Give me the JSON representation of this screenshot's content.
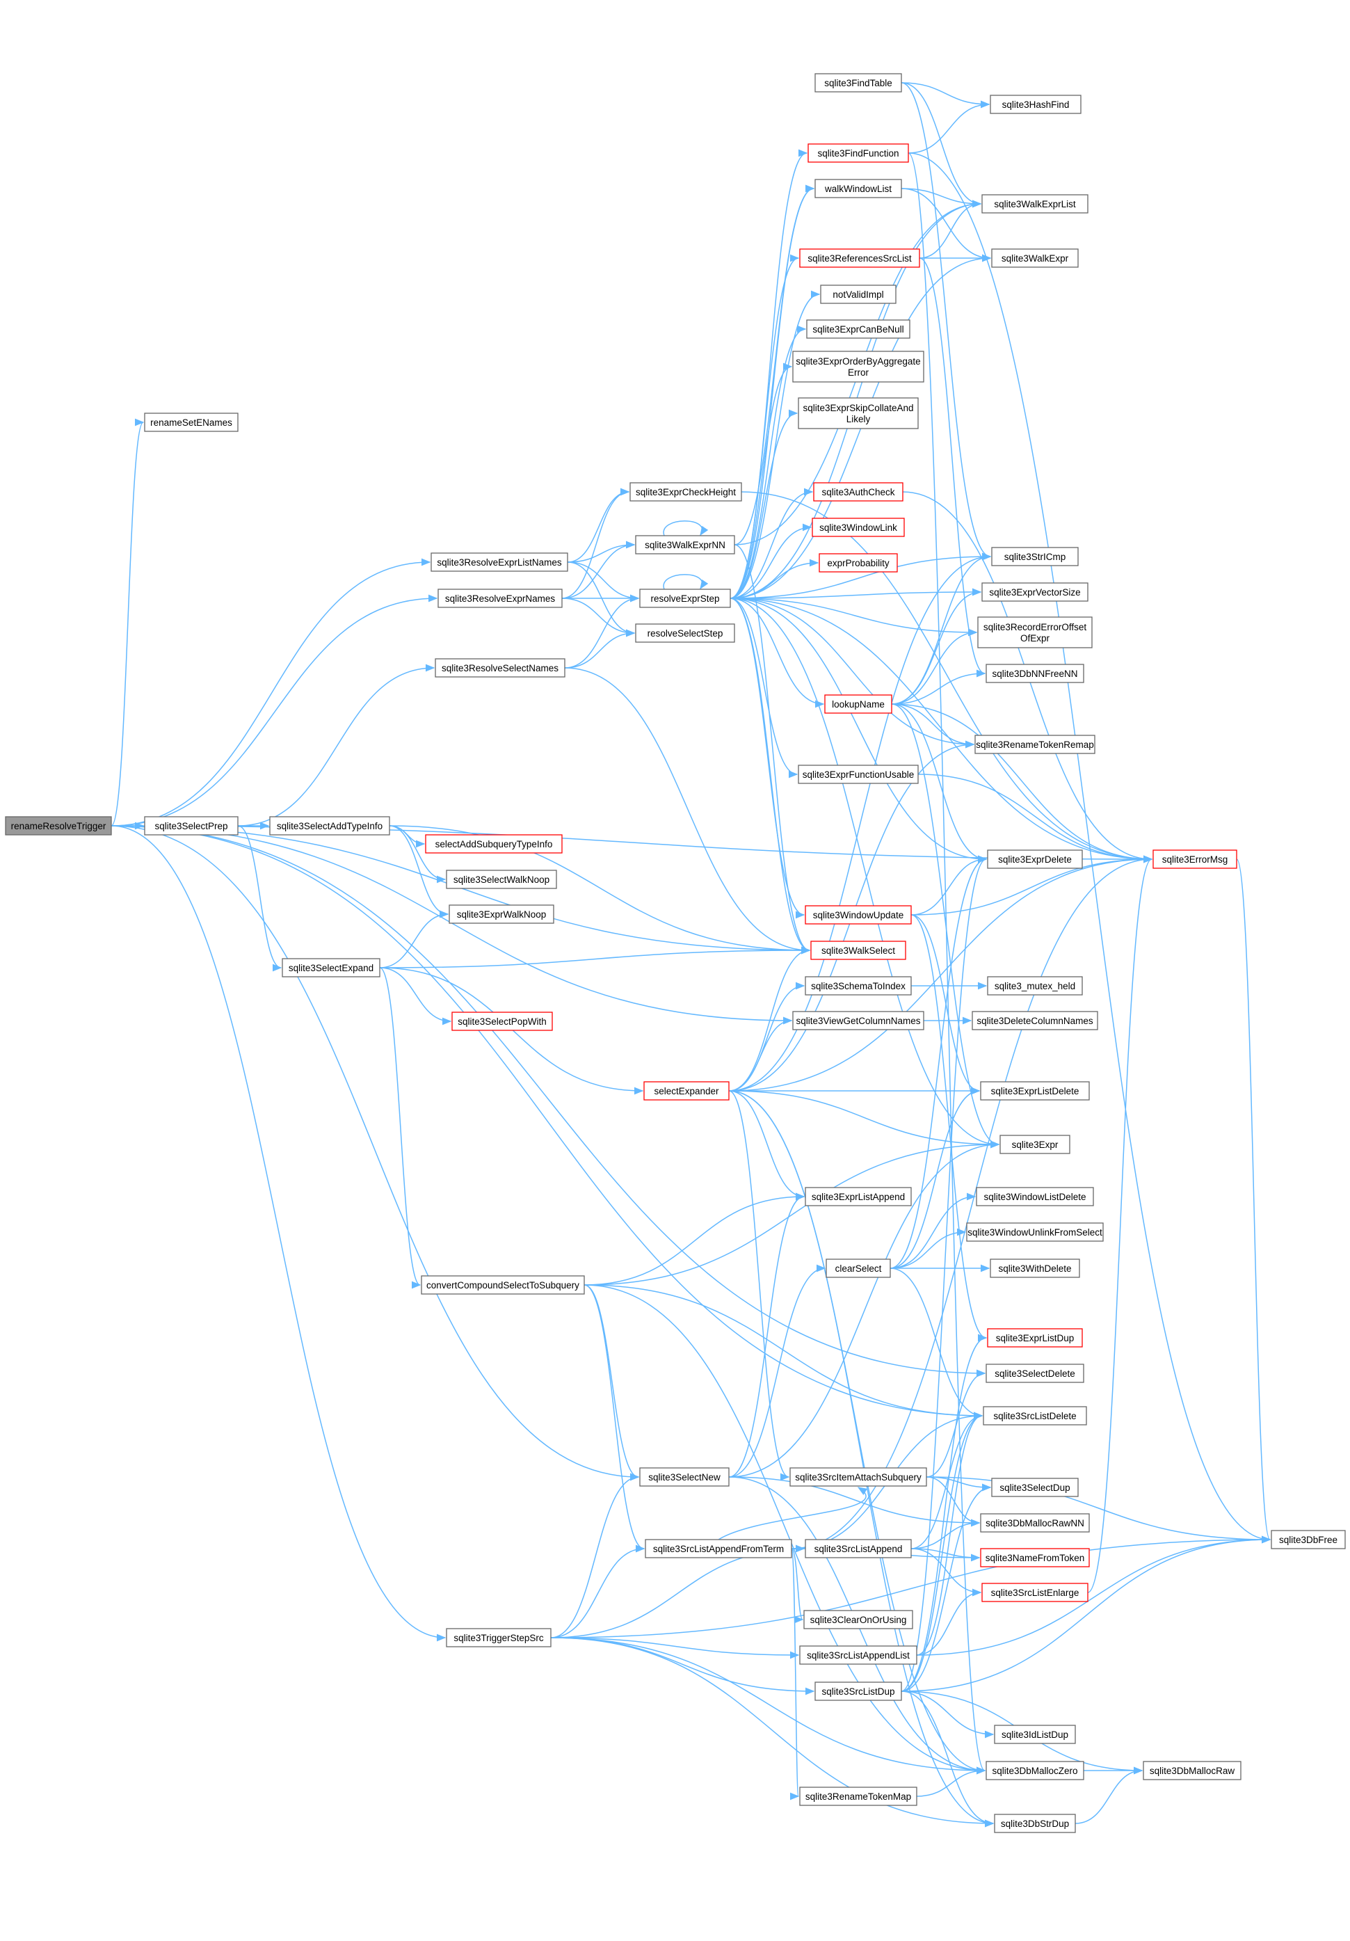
{
  "nodes": [
    {
      "id": "renameResolveTrigger",
      "lines": [
        "renameResolveTrigger"
      ],
      "root": true
    },
    {
      "id": "renameSetENames",
      "lines": [
        "renameSetENames"
      ]
    },
    {
      "id": "sqlite3SelectPrep",
      "lines": [
        "sqlite3SelectPrep"
      ]
    },
    {
      "id": "sqlite3ResolveExprListNames",
      "lines": [
        "sqlite3ResolveExprListNames"
      ]
    },
    {
      "id": "sqlite3ResolveExprNames",
      "lines": [
        "sqlite3ResolveExprNames"
      ]
    },
    {
      "id": "sqlite3ResolveSelectNames",
      "lines": [
        "sqlite3ResolveSelectNames"
      ]
    },
    {
      "id": "sqlite3SelectAddTypeInfo",
      "lines": [
        "sqlite3SelectAddTypeInfo"
      ]
    },
    {
      "id": "sqlite3SelectExpand",
      "lines": [
        "sqlite3SelectExpand"
      ]
    },
    {
      "id": "convertCompoundSelectToSubquery",
      "lines": [
        "convertCompoundSelectToSubquery"
      ]
    },
    {
      "id": "sqlite3TriggerStepSrc",
      "lines": [
        "sqlite3TriggerStepSrc"
      ]
    },
    {
      "id": "sqlite3ExprCheckHeight",
      "lines": [
        "sqlite3ExprCheckHeight"
      ]
    },
    {
      "id": "sqlite3WalkExprNN",
      "lines": [
        "sqlite3WalkExprNN"
      ]
    },
    {
      "id": "resolveExprStep",
      "lines": [
        "resolveExprStep"
      ]
    },
    {
      "id": "resolveSelectStep",
      "lines": [
        "resolveSelectStep"
      ]
    },
    {
      "id": "selectAddSubqueryTypeInfo",
      "lines": [
        "selectAddSubqueryTypeInfo"
      ],
      "red": true
    },
    {
      "id": "sqlite3SelectWalkNoop",
      "lines": [
        "sqlite3SelectWalkNoop"
      ]
    },
    {
      "id": "sqlite3ExprWalkNoop",
      "lines": [
        "sqlite3ExprWalkNoop"
      ]
    },
    {
      "id": "sqlite3SelectPopWith",
      "lines": [
        "sqlite3SelectPopWith"
      ],
      "red": true
    },
    {
      "id": "sqlite3SelectNew",
      "lines": [
        "sqlite3SelectNew"
      ]
    },
    {
      "id": "sqlite3SrcListAppendFromTerm",
      "lines": [
        "sqlite3SrcListAppendFromTerm"
      ]
    },
    {
      "id": "selectExpander",
      "lines": [
        "selectExpander"
      ],
      "red": true
    },
    {
      "id": "sqlite3FindTable",
      "lines": [
        "sqlite3FindTable"
      ]
    },
    {
      "id": "sqlite3FindFunction",
      "lines": [
        "sqlite3FindFunction"
      ],
      "red": true
    },
    {
      "id": "walkWindowList",
      "lines": [
        "walkWindowList"
      ]
    },
    {
      "id": "sqlite3ReferencesSrcList",
      "lines": [
        "sqlite3ReferencesSrcList"
      ],
      "red": true
    },
    {
      "id": "notValidImpl",
      "lines": [
        "notValidImpl"
      ]
    },
    {
      "id": "sqlite3ExprCanBeNull",
      "lines": [
        "sqlite3ExprCanBeNull"
      ]
    },
    {
      "id": "sqlite3ExprOrderByAggregateError",
      "lines": [
        "sqlite3ExprOrderByAggregate",
        "Error"
      ]
    },
    {
      "id": "sqlite3ExprSkipCollateAndLikely",
      "lines": [
        "sqlite3ExprSkipCollateAnd",
        "Likely"
      ]
    },
    {
      "id": "sqlite3AuthCheck",
      "lines": [
        "sqlite3AuthCheck"
      ],
      "red": true
    },
    {
      "id": "sqlite3WindowLink",
      "lines": [
        "sqlite3WindowLink"
      ],
      "red": true
    },
    {
      "id": "exprProbability",
      "lines": [
        "exprProbability"
      ],
      "red": true
    },
    {
      "id": "lookupName",
      "lines": [
        "lookupName"
      ],
      "red": true
    },
    {
      "id": "sqlite3ExprFunctionUsable",
      "lines": [
        "sqlite3ExprFunctionUsable"
      ]
    },
    {
      "id": "sqlite3WindowUpdate",
      "lines": [
        "sqlite3WindowUpdate"
      ],
      "red": true
    },
    {
      "id": "sqlite3WalkSelect",
      "lines": [
        "sqlite3WalkSelect"
      ],
      "red": true
    },
    {
      "id": "sqlite3SchemaToIndex",
      "lines": [
        "sqlite3SchemaToIndex"
      ]
    },
    {
      "id": "sqlite3ViewGetColumnNames",
      "lines": [
        "sqlite3ViewGetColumnNames"
      ]
    },
    {
      "id": "sqlite3ExprListAppend",
      "lines": [
        "sqlite3ExprListAppend"
      ]
    },
    {
      "id": "clearSelect",
      "lines": [
        "clearSelect"
      ]
    },
    {
      "id": "sqlite3SrcItemAttachSubquery",
      "lines": [
        "sqlite3SrcItemAttachSubquery"
      ]
    },
    {
      "id": "sqlite3SrcListAppend",
      "lines": [
        "sqlite3SrcListAppend"
      ]
    },
    {
      "id": "sqlite3ClearOnOrUsing",
      "lines": [
        "sqlite3ClearOnOrUsing"
      ]
    },
    {
      "id": "sqlite3SrcListAppendList",
      "lines": [
        "sqlite3SrcListAppendList"
      ]
    },
    {
      "id": "sqlite3SrcListDup",
      "lines": [
        "sqlite3SrcListDup"
      ]
    },
    {
      "id": "sqlite3RenameTokenMap",
      "lines": [
        "sqlite3RenameTokenMap"
      ]
    },
    {
      "id": "sqlite3HashFind",
      "lines": [
        "sqlite3HashFind"
      ]
    },
    {
      "id": "sqlite3WalkExprList",
      "lines": [
        "sqlite3WalkExprList"
      ]
    },
    {
      "id": "sqlite3WalkExpr",
      "lines": [
        "sqlite3WalkExpr"
      ]
    },
    {
      "id": "sqlite3StrICmp",
      "lines": [
        "sqlite3StrICmp"
      ]
    },
    {
      "id": "sqlite3ExprVectorSize",
      "lines": [
        "sqlite3ExprVectorSize"
      ]
    },
    {
      "id": "sqlite3RecordErrorOffsetOfExpr",
      "lines": [
        "sqlite3RecordErrorOffset",
        "OfExpr"
      ]
    },
    {
      "id": "sqlite3DbNNFreeNN",
      "lines": [
        "sqlite3DbNNFreeNN"
      ]
    },
    {
      "id": "sqlite3RenameTokenRemap",
      "lines": [
        "sqlite3RenameTokenRemap"
      ]
    },
    {
      "id": "sqlite3ExprDelete",
      "lines": [
        "sqlite3ExprDelete"
      ]
    },
    {
      "id": "sqlite3_mutex_held",
      "lines": [
        "sqlite3_mutex_held"
      ]
    },
    {
      "id": "sqlite3DeleteColumnNames",
      "lines": [
        "sqlite3DeleteColumnNames"
      ]
    },
    {
      "id": "sqlite3ExprListDelete",
      "lines": [
        "sqlite3ExprListDelete"
      ]
    },
    {
      "id": "sqlite3Expr",
      "lines": [
        "sqlite3Expr"
      ]
    },
    {
      "id": "sqlite3WindowListDelete",
      "lines": [
        "sqlite3WindowListDelete"
      ]
    },
    {
      "id": "sqlite3WindowUnlinkFromSelect",
      "lines": [
        "sqlite3WindowUnlinkFromSelect"
      ]
    },
    {
      "id": "sqlite3WithDelete",
      "lines": [
        "sqlite3WithDelete"
      ]
    },
    {
      "id": "sqlite3ExprListDup",
      "lines": [
        "sqlite3ExprListDup"
      ],
      "red": true
    },
    {
      "id": "sqlite3SelectDelete",
      "lines": [
        "sqlite3SelectDelete"
      ]
    },
    {
      "id": "sqlite3SrcListDelete",
      "lines": [
        "sqlite3SrcListDelete"
      ]
    },
    {
      "id": "sqlite3SelectDup",
      "lines": [
        "sqlite3SelectDup"
      ]
    },
    {
      "id": "sqlite3DbMallocRawNN",
      "lines": [
        "sqlite3DbMallocRawNN"
      ]
    },
    {
      "id": "sqlite3NameFromToken",
      "lines": [
        "sqlite3NameFromToken"
      ],
      "red": true
    },
    {
      "id": "sqlite3SrcListEnlarge",
      "lines": [
        "sqlite3SrcListEnlarge"
      ],
      "red": true
    },
    {
      "id": "sqlite3IdListDup",
      "lines": [
        "sqlite3IdListDup"
      ]
    },
    {
      "id": "sqlite3DbMallocZero",
      "lines": [
        "sqlite3DbMallocZero"
      ]
    },
    {
      "id": "sqlite3DbStrDup",
      "lines": [
        "sqlite3DbStrDup"
      ]
    },
    {
      "id": "sqlite3ErrorMsg",
      "lines": [
        "sqlite3ErrorMsg"
      ],
      "red": true
    },
    {
      "id": "sqlite3DbFree",
      "lines": [
        "sqlite3DbFree"
      ]
    },
    {
      "id": "sqlite3DbMallocRaw",
      "lines": [
        "sqlite3DbMallocRaw"
      ]
    }
  ],
  "edges": [
    [
      "renameResolveTrigger",
      "renameSetENames"
    ],
    [
      "renameResolveTrigger",
      "sqlite3SelectPrep"
    ],
    [
      "renameResolveTrigger",
      "sqlite3ResolveExprListNames"
    ],
    [
      "renameResolveTrigger",
      "sqlite3ResolveExprNames"
    ],
    [
      "renameResolveTrigger",
      "sqlite3WalkSelect"
    ],
    [
      "renameResolveTrigger",
      "sqlite3ViewGetColumnNames"
    ],
    [
      "renameResolveTrigger",
      "sqlite3SelectDelete"
    ],
    [
      "renameResolveTrigger",
      "sqlite3SrcListDelete"
    ],
    [
      "renameResolveTrigger",
      "sqlite3SelectNew"
    ],
    [
      "renameResolveTrigger",
      "sqlite3TriggerStepSrc"
    ],
    [
      "renameResolveTrigger",
      "sqlite3ErrorMsg"
    ],
    [
      "sqlite3SelectPrep",
      "sqlite3ResolveSelectNames"
    ],
    [
      "sqlite3SelectPrep",
      "sqlite3SelectAddTypeInfo"
    ],
    [
      "sqlite3SelectPrep",
      "sqlite3SelectExpand"
    ],
    [
      "sqlite3ResolveExprListNames",
      "sqlite3ExprCheckHeight"
    ],
    [
      "sqlite3ResolveExprListNames",
      "sqlite3WalkExprNN"
    ],
    [
      "sqlite3ResolveExprListNames",
      "resolveExprStep"
    ],
    [
      "sqlite3ResolveExprListNames",
      "resolveSelectStep"
    ],
    [
      "sqlite3ResolveExprNames",
      "sqlite3ExprCheckHeight"
    ],
    [
      "sqlite3ResolveExprNames",
      "sqlite3WalkExprNN"
    ],
    [
      "sqlite3ResolveExprNames",
      "resolveExprStep"
    ],
    [
      "sqlite3ResolveExprNames",
      "resolveSelectStep"
    ],
    [
      "sqlite3ResolveSelectNames",
      "resolveExprStep"
    ],
    [
      "sqlite3ResolveSelectNames",
      "resolveSelectStep"
    ],
    [
      "sqlite3ResolveSelectNames",
      "sqlite3WalkSelect"
    ],
    [
      "sqlite3SelectAddTypeInfo",
      "selectAddSubqueryTypeInfo"
    ],
    [
      "sqlite3SelectAddTypeInfo",
      "sqlite3SelectWalkNoop"
    ],
    [
      "sqlite3SelectAddTypeInfo",
      "sqlite3ExprWalkNoop"
    ],
    [
      "sqlite3SelectAddTypeInfo",
      "sqlite3WalkSelect"
    ],
    [
      "sqlite3SelectExpand",
      "sqlite3ExprWalkNoop"
    ],
    [
      "sqlite3SelectExpand",
      "sqlite3SelectPopWith"
    ],
    [
      "sqlite3SelectExpand",
      "sqlite3WalkSelect"
    ],
    [
      "sqlite3SelectExpand",
      "selectExpander"
    ],
    [
      "sqlite3SelectExpand",
      "convertCompoundSelectToSubquery"
    ],
    [
      "convertCompoundSelectToSubquery",
      "sqlite3Expr"
    ],
    [
      "convertCompoundSelectToSubquery",
      "sqlite3ExprListAppend"
    ],
    [
      "convertCompoundSelectToSubquery",
      "sqlite3SrcListDelete"
    ],
    [
      "convertCompoundSelectToSubquery",
      "sqlite3SelectNew"
    ],
    [
      "convertCompoundSelectToSubquery",
      "sqlite3SrcListAppendFromTerm"
    ],
    [
      "convertCompoundSelectToSubquery",
      "sqlite3DbMallocZero"
    ],
    [
      "sqlite3TriggerStepSrc",
      "sqlite3SelectNew"
    ],
    [
      "sqlite3TriggerStepSrc",
      "sqlite3SrcListAppendFromTerm"
    ],
    [
      "sqlite3TriggerStepSrc",
      "sqlite3SrcListAppend"
    ],
    [
      "sqlite3TriggerStepSrc",
      "sqlite3SrcListAppendList"
    ],
    [
      "sqlite3TriggerStepSrc",
      "sqlite3SrcListDup"
    ],
    [
      "sqlite3TriggerStepSrc",
      "sqlite3DbStrDup"
    ],
    [
      "sqlite3TriggerStepSrc",
      "sqlite3DbFree"
    ],
    [
      "sqlite3TriggerStepSrc",
      "sqlite3DbMallocZero"
    ],
    [
      "sqlite3ExprCheckHeight",
      "sqlite3ErrorMsg"
    ],
    [
      "sqlite3WalkExprNN",
      "sqlite3WalkExprNN"
    ],
    [
      "sqlite3WalkExprNN",
      "sqlite3WalkExprList"
    ],
    [
      "sqlite3WalkExprNN",
      "walkWindowList"
    ],
    [
      "sqlite3WalkExprNN",
      "sqlite3WalkSelect"
    ],
    [
      "resolveExprStep",
      "resolveExprStep"
    ],
    [
      "resolveExprStep",
      "sqlite3FindFunction"
    ],
    [
      "resolveExprStep",
      "walkWindowList"
    ],
    [
      "resolveExprStep",
      "sqlite3ReferencesSrcList"
    ],
    [
      "resolveExprStep",
      "notValidImpl"
    ],
    [
      "resolveExprStep",
      "sqlite3ExprCanBeNull"
    ],
    [
      "resolveExprStep",
      "sqlite3ExprOrderByAggregateError"
    ],
    [
      "resolveExprStep",
      "sqlite3ExprSkipCollateAndLikely"
    ],
    [
      "resolveExprStep",
      "sqlite3AuthCheck"
    ],
    [
      "resolveExprStep",
      "sqlite3WindowLink"
    ],
    [
      "resolveExprStep",
      "exprProbability"
    ],
    [
      "resolveExprStep",
      "lookupName"
    ],
    [
      "resolveExprStep",
      "sqlite3ExprFunctionUsable"
    ],
    [
      "resolveExprStep",
      "sqlite3WindowUpdate"
    ],
    [
      "resolveExprStep",
      "sqlite3WalkSelect"
    ],
    [
      "resolveExprStep",
      "sqlite3WalkExprList"
    ],
    [
      "resolveExprStep",
      "sqlite3WalkExpr"
    ],
    [
      "resolveExprStep",
      "sqlite3StrICmp"
    ],
    [
      "resolveExprStep",
      "sqlite3ExprVectorSize"
    ],
    [
      "resolveExprStep",
      "sqlite3RecordErrorOffsetOfExpr"
    ],
    [
      "resolveExprStep",
      "sqlite3RenameTokenRemap"
    ],
    [
      "resolveExprStep",
      "sqlite3ExprDelete"
    ],
    [
      "resolveExprStep",
      "sqlite3ErrorMsg"
    ],
    [
      "resolveExprStep",
      "sqlite3Expr"
    ],
    [
      "selectExpander",
      "sqlite3SchemaToIndex"
    ],
    [
      "selectExpander",
      "sqlite3ViewGetColumnNames"
    ],
    [
      "selectExpander",
      "sqlite3WalkSelect"
    ],
    [
      "selectExpander",
      "sqlite3ExprListAppend"
    ],
    [
      "selectExpander",
      "sqlite3SrcItemAttachSubquery"
    ],
    [
      "selectExpander",
      "sqlite3ErrorMsg"
    ],
    [
      "selectExpander",
      "sqlite3ExprListDelete"
    ],
    [
      "selectExpander",
      "sqlite3Expr"
    ],
    [
      "selectExpander",
      "sqlite3StrICmp"
    ],
    [
      "selectExpander",
      "sqlite3RenameTokenRemap"
    ],
    [
      "selectExpander",
      "sqlite3DbStrDup"
    ],
    [
      "selectExpander",
      "sqlite3DbMallocZero"
    ],
    [
      "sqlite3SelectNew",
      "sqlite3ExprListAppend"
    ],
    [
      "sqlite3SelectNew",
      "clearSelect"
    ],
    [
      "sqlite3SelectNew",
      "sqlite3DbMallocRawNN"
    ],
    [
      "sqlite3SelectNew",
      "sqlite3Expr"
    ],
    [
      "sqlite3SelectNew",
      "sqlite3DbMallocZero"
    ],
    [
      "sqlite3SrcListAppendFromTerm",
      "sqlite3SrcListAppend"
    ],
    [
      "sqlite3SrcListAppendFromTerm",
      "sqlite3SrcItemAttachSubquery"
    ],
    [
      "sqlite3SrcListAppendFromTerm",
      "sqlite3ClearOnOrUsing"
    ],
    [
      "sqlite3SrcListAppendFromTerm",
      "sqlite3RenameTokenMap"
    ],
    [
      "sqlite3SrcListAppendFromTerm",
      "sqlite3ErrorMsg"
    ],
    [
      "sqlite3SrcListAppendFromTerm",
      "sqlite3NameFromToken"
    ],
    [
      "sqlite3SrcListAppendFromTerm",
      "sqlite3SrcListDelete"
    ],
    [
      "sqlite3FindTable",
      "sqlite3HashFind"
    ],
    [
      "sqlite3FindTable",
      "sqlite3WalkExprList"
    ],
    [
      "sqlite3FindTable",
      "sqlite3StrICmp"
    ],
    [
      "sqlite3FindFunction",
      "sqlite3HashFind"
    ],
    [
      "sqlite3FindFunction",
      "sqlite3DbFree"
    ],
    [
      "sqlite3FindFunction",
      "sqlite3DbMallocZero"
    ],
    [
      "walkWindowList",
      "sqlite3WalkExprList"
    ],
    [
      "walkWindowList",
      "sqlite3WalkExpr"
    ],
    [
      "sqlite3ReferencesSrcList",
      "sqlite3WalkExprList"
    ],
    [
      "sqlite3ReferencesSrcList",
      "sqlite3WalkExpr"
    ],
    [
      "sqlite3ReferencesSrcList",
      "sqlite3DbNNFreeNN"
    ],
    [
      "sqlite3AuthCheck",
      "sqlite3ErrorMsg"
    ],
    [
      "lookupName",
      "sqlite3StrICmp"
    ],
    [
      "lookupName",
      "sqlite3ExprVectorSize"
    ],
    [
      "lookupName",
      "sqlite3RecordErrorOffsetOfExpr"
    ],
    [
      "lookupName",
      "sqlite3DbNNFreeNN"
    ],
    [
      "lookupName",
      "sqlite3RenameTokenRemap"
    ],
    [
      "lookupName",
      "sqlite3ExprDelete"
    ],
    [
      "lookupName",
      "sqlite3ErrorMsg"
    ],
    [
      "lookupName",
      "sqlite3Expr"
    ],
    [
      "sqlite3ExprFunctionUsable",
      "sqlite3ErrorMsg"
    ],
    [
      "sqlite3WindowUpdate",
      "sqlite3ExprDelete"
    ],
    [
      "sqlite3WindowUpdate",
      "sqlite3ErrorMsg"
    ],
    [
      "sqlite3WindowUpdate",
      "sqlite3ExprListDelete"
    ],
    [
      "sqlite3WindowUpdate",
      "sqlite3ExprListDup"
    ],
    [
      "sqlite3SchemaToIndex",
      "sqlite3_mutex_held"
    ],
    [
      "sqlite3ViewGetColumnNames",
      "sqlite3DeleteColumnNames"
    ],
    [
      "clearSelect",
      "sqlite3ExprDelete"
    ],
    [
      "clearSelect",
      "sqlite3ExprListDelete"
    ],
    [
      "clearSelect",
      "sqlite3WindowListDelete"
    ],
    [
      "clearSelect",
      "sqlite3WindowUnlinkFromSelect"
    ],
    [
      "clearSelect",
      "sqlite3WithDelete"
    ],
    [
      "clearSelect",
      "sqlite3SrcListDelete"
    ],
    [
      "sqlite3SrcItemAttachSubquery",
      "sqlite3SelectDelete"
    ],
    [
      "sqlite3SrcItemAttachSubquery",
      "sqlite3SelectDup"
    ],
    [
      "sqlite3SrcItemAttachSubquery",
      "sqlite3DbMallocRawNN"
    ],
    [
      "sqlite3SrcItemAttachSubquery",
      "sqlite3DbFree"
    ],
    [
      "sqlite3SrcListAppend",
      "sqlite3SrcListDelete"
    ],
    [
      "sqlite3SrcListAppend",
      "sqlite3NameFromToken"
    ],
    [
      "sqlite3SrcListAppend",
      "sqlite3SrcListEnlarge"
    ],
    [
      "sqlite3SrcListAppend",
      "sqlite3DbMallocRawNN"
    ],
    [
      "sqlite3SrcListAppendList",
      "sqlite3SrcListEnlarge"
    ],
    [
      "sqlite3SrcListAppendList",
      "sqlite3SrcListDelete"
    ],
    [
      "sqlite3SrcListAppendList",
      "sqlite3DbFree"
    ],
    [
      "sqlite3SrcListDup",
      "sqlite3IdListDup"
    ],
    [
      "sqlite3SrcListDup",
      "sqlite3DbStrDup"
    ],
    [
      "sqlite3SrcListDup",
      "sqlite3DbMallocRaw"
    ],
    [
      "sqlite3SrcListDup",
      "sqlite3DbFree"
    ],
    [
      "sqlite3SrcListDup",
      "sqlite3SelectDup"
    ],
    [
      "sqlite3SrcListDup",
      "sqlite3ExprListDup"
    ],
    [
      "sqlite3SrcListDup",
      "sqlite3ExprDelete"
    ],
    [
      "sqlite3SrcListDup",
      "sqlite3SrcListDelete"
    ],
    [
      "sqlite3RenameTokenMap",
      "sqlite3DbMallocZero"
    ],
    [
      "sqlite3SrcListEnlarge",
      "sqlite3ErrorMsg"
    ],
    [
      "sqlite3DbMallocZero",
      "sqlite3DbMallocRaw"
    ],
    [
      "sqlite3DbStrDup",
      "sqlite3DbMallocRaw"
    ],
    [
      "sqlite3ErrorMsg",
      "sqlite3DbFree"
    ]
  ]
}
